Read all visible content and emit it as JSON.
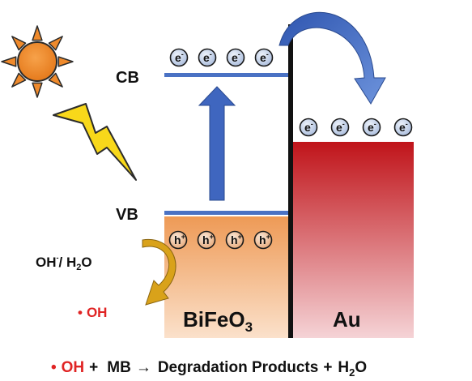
{
  "bands": {
    "cb_label": "CB",
    "vb_label": "VB"
  },
  "materials": {
    "semiconductor": "BiFeO",
    "semiconductor_sub": "3",
    "metal": "Au"
  },
  "carriers": {
    "electron_symbol": "e",
    "electron_charge": "-",
    "hole_symbol": "h",
    "hole_charge": "+",
    "cb_electron_count": 4,
    "au_electron_count": 4,
    "vb_hole_count": 4
  },
  "reactants": {
    "oh_minus": "OH",
    "oh_minus_charge": "-",
    "separator": "/ H",
    "water_sub": "2",
    "water_o": "O"
  },
  "radical": {
    "dot": "•",
    "label": "OH"
  },
  "equation": {
    "dot": "•",
    "radical": "OH",
    "plus1": "+",
    "mb": "MB",
    "arrow": "→",
    "products": "Degradation Products",
    "plus2": "+",
    "h": "H",
    "h_sub": "2",
    "o": "O"
  },
  "colors": {
    "band_line": "#4a72c4",
    "arrow_blue": "#3f66bf",
    "radical_red": "#e02424",
    "curved_arrow_gold": "#d9a21a",
    "sun_orange": "#ef8a2c",
    "bolt_yellow": "#f8d81a",
    "bifeo3_top": "#ee9a56",
    "bifeo3_bottom": "#fbe1cb",
    "au_top": "#c0141a",
    "au_bottom": "#f5d3d6"
  },
  "icons": [
    "sun-icon",
    "lightning-bolt-icon"
  ]
}
